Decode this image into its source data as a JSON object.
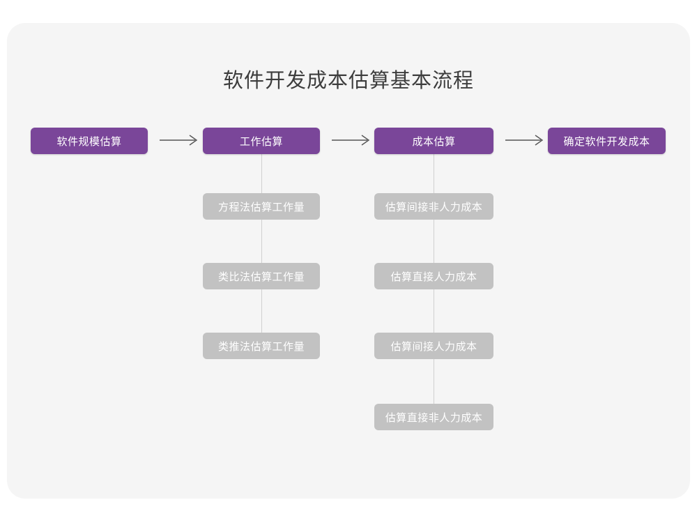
{
  "diagram": {
    "title": "软件开发成本估算基本流程",
    "type": "flowchart",
    "colors": {
      "canvas_background": "#ffffff",
      "card_background": "#f5f5f5",
      "primary_node": "#7a4699",
      "secondary_node": "#c2c2c2",
      "node_text": "#ffffff",
      "title_text": "#3d3d3d",
      "connector": "#d0d0d0",
      "arrow": "#444444"
    },
    "main_flow": [
      {
        "id": "step-1",
        "label": "软件规模估算"
      },
      {
        "id": "step-2",
        "label": "工作估算"
      },
      {
        "id": "step-3",
        "label": "成本估算"
      },
      {
        "id": "step-4",
        "label": "确定软件开发成本"
      }
    ],
    "arrows": [
      {
        "id": "arrow-1",
        "from": "step-1",
        "to": "step-2",
        "glyph": "arrow-right-icon"
      },
      {
        "id": "arrow-2",
        "from": "step-2",
        "to": "step-3",
        "glyph": "arrow-right-icon"
      },
      {
        "id": "arrow-3",
        "from": "step-3",
        "to": "step-4",
        "glyph": "arrow-right-icon"
      }
    ],
    "sub_items_work": [
      {
        "id": "work-1",
        "label": "方程法估算工作量"
      },
      {
        "id": "work-2",
        "label": "类比法估算工作量"
      },
      {
        "id": "work-3",
        "label": "类推法估算工作量"
      }
    ],
    "sub_items_cost": [
      {
        "id": "cost-1",
        "label": "估算间接非人力成本"
      },
      {
        "id": "cost-2",
        "label": "估算直接人力成本"
      },
      {
        "id": "cost-3",
        "label": "估算间接人力成本"
      },
      {
        "id": "cost-4",
        "label": "估算直接非人力成本"
      }
    ]
  }
}
